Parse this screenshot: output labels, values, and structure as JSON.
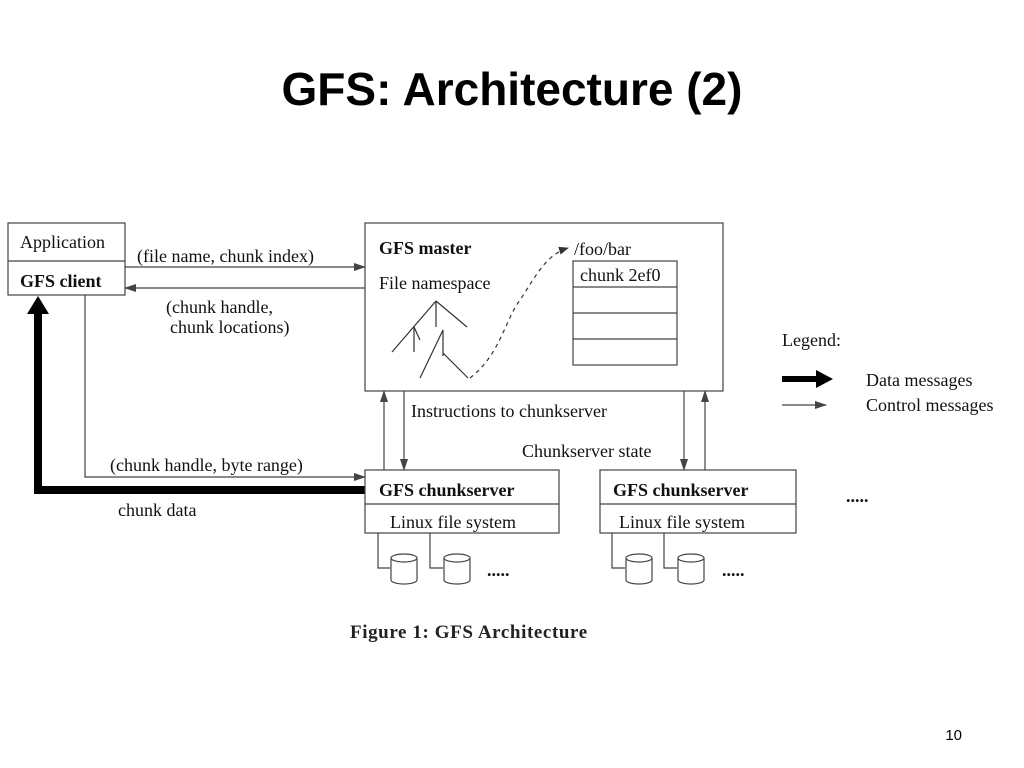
{
  "slide": {
    "title": "GFS: Architecture (2)",
    "page_number": "10"
  },
  "diagram": {
    "client": {
      "application_label": "Application",
      "client_label": "GFS client"
    },
    "master": {
      "title": "GFS master",
      "namespace_label": "File namespace",
      "file_path": "/foo/bar",
      "chunk_label": "chunk 2ef0"
    },
    "messages": {
      "request": "(file name, chunk index)",
      "reply_line1": "(chunk handle,",
      "reply_line2": "chunk locations)",
      "instructions": "Instructions to chunkserver",
      "state": "Chunkserver state",
      "read_request": "(chunk handle, byte range)",
      "chunk_data": "chunk data"
    },
    "chunkservers": [
      {
        "title": "GFS chunkserver",
        "fs_label": "Linux file system",
        "more": "....."
      },
      {
        "title": "GFS chunkserver",
        "fs_label": "Linux file system",
        "more": "....."
      }
    ],
    "more_servers": ".....",
    "legend": {
      "title": "Legend:",
      "data": "Data messages",
      "control": "Control messages"
    },
    "caption": "Figure 1:  GFS Architecture"
  }
}
